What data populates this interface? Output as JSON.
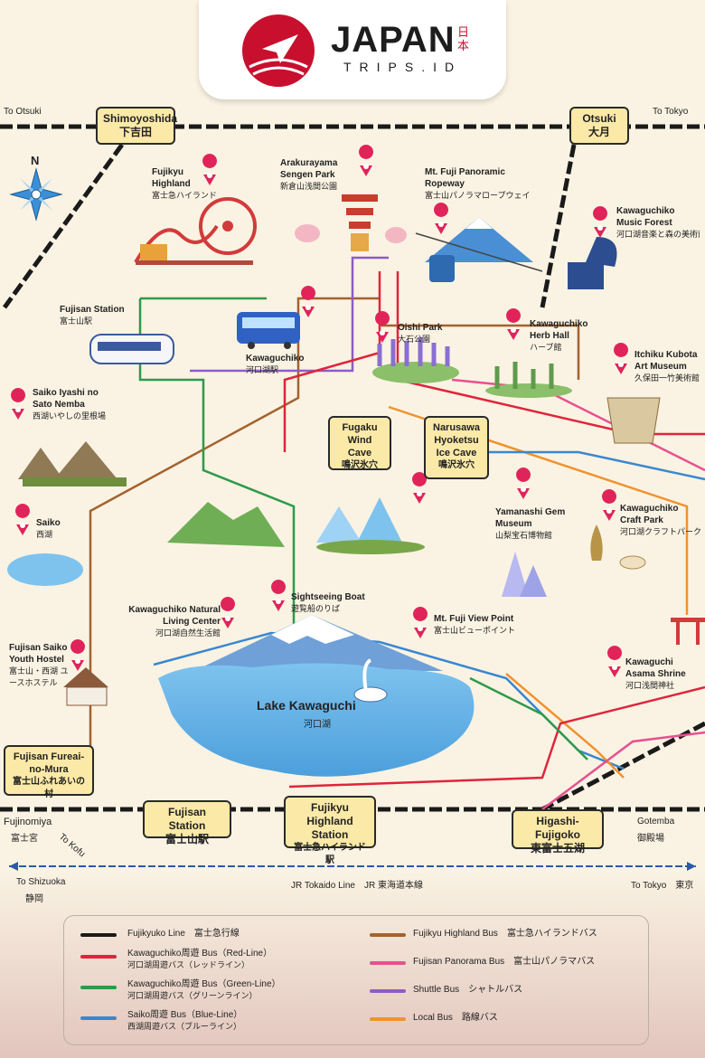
{
  "brand": {
    "name": "JAPAN",
    "sub": "TRIPS.ID",
    "kanji": "日本",
    "color": "#c8102e"
  },
  "compass": {
    "label": "N"
  },
  "edges": {
    "to_otsuki": "To Otsuki",
    "to_tokyo_top": "To Tokyo",
    "fujinomiya_en": "Fujinomiya",
    "fujinomiya_jp": "富士宮",
    "to_kofu": "To Kofu",
    "gotemba_en": "Gotemba",
    "gotemba_jp": "御殿場",
    "to_shizuoka_en": "To Shizuoka",
    "to_shizuoka_jp": "静岡",
    "jr_line": "JR Tokaido Line　JR 東海道本線",
    "to_tokyo_bottom": "To Tokyo　東京"
  },
  "stations": {
    "shimoyoshida": {
      "en": "Shimoyoshida",
      "jp": "下吉田"
    },
    "otsuki": {
      "en": "Otsuki",
      "jp": "大月"
    },
    "fugaku": {
      "en": "Fugaku Wind Cave",
      "jp": "鳴沢氷穴"
    },
    "narusawa": {
      "en": "Narusawa Hyoketsu Ice Cave",
      "jp": "鳴沢氷穴"
    },
    "fureai": {
      "en": "Fujisan Fureai-no-Mura",
      "jp": "富士山ふれあいの村"
    },
    "fujisan": {
      "en": "Fujisan Station",
      "jp": "富士山駅"
    },
    "highland": {
      "en": "Fujikyu Highland Station",
      "jp": "富士急ハイランド駅"
    },
    "higashi": {
      "en": "Higashi-Fujigoko",
      "jp": "東富士五湖"
    }
  },
  "places": {
    "fujikyu_highland": {
      "en": "Fujikyu Highland",
      "jp": "富士急ハイランド"
    },
    "arakurayama": {
      "en": "Arakurayama Sengen Park",
      "jp": "新倉山浅間公園"
    },
    "ropeway": {
      "en": "Mt. Fuji Panoramic Ropeway",
      "jp": "富士山パノラマロープウェイ"
    },
    "music_forest": {
      "en": "Kawaguchiko Music Forest",
      "jp": "河口湖音楽と森の美術館"
    },
    "fujisan_station_top": {
      "en": "Fujisan Station",
      "jp": "富士山駅"
    },
    "kawaguchiko": {
      "en": "Kawaguchiko",
      "jp": "河口湖駅"
    },
    "oishi": {
      "en": "Oishi Park",
      "jp": "大石公園"
    },
    "herb_hall": {
      "en": "Kawaguchiko Herb Hall",
      "jp": "ハーブ館"
    },
    "itchiku": {
      "en": "Itchiku Kubota Art Museum",
      "jp": "久保田一竹美術館"
    },
    "saiko_iyashi": {
      "en": "Saiko Iyashi no Sato Nemba",
      "jp": "西湖いやしの里根場"
    },
    "saiko": {
      "en": "Saiko",
      "jp": "西湖"
    },
    "yamanashi_gem": {
      "en": "Yamanashi Gem Museum",
      "jp": "山梨宝石博物館"
    },
    "craft_park": {
      "en": "Kawaguchiko Craft Park",
      "jp": "河口湖クラフトパーク"
    },
    "natural_living": {
      "en": "Kawaguchiko Natural Living Center",
      "jp": "河口湖自然生活館"
    },
    "sightseeing_boat": {
      "en": "Sightseeing Boat",
      "jp": "遊覧船のりば"
    },
    "view_point": {
      "en": "Mt. Fuji View Point",
      "jp": "富士山ビューポイント"
    },
    "youth_hostel": {
      "en": "Fujisan Saiko Youth Hostel",
      "jp": "富士山・西湖 ユースホステル"
    },
    "asama_shrine": {
      "en": "Kawaguchi Asama Shrine",
      "jp": "河口浅間神社"
    }
  },
  "lake": {
    "en": "Lake Kawaguchi",
    "jp": "河口湖"
  },
  "legend": [
    {
      "en": "Fujikyuko Line",
      "jp": "富士急行線",
      "color": "#1a1a1a"
    },
    {
      "en": "Kawaguchiko周遊 Bus（Red-Line）",
      "jp": "河口湖周遊バス（レッドライン）",
      "color": "#e0243b"
    },
    {
      "en": "Kawaguchiko周遊 Bus（Green-Line）",
      "jp": "河口湖周遊バス（グリーンライン）",
      "color": "#2e9a4a"
    },
    {
      "en": "Saiko周遊 Bus（Blue-Line）",
      "jp": "西湖周遊バス（ブルーライン）",
      "color": "#3a87d0"
    },
    {
      "en": "Fujikyu Highland Bus",
      "jp": "富士急ハイランドバス",
      "color": "#a4622e"
    },
    {
      "en": "Fujisan Panorama Bus",
      "jp": "富士山パノラマバス",
      "color": "#e8508f"
    },
    {
      "en": "Shuttle Bus",
      "jp": "シャトルバス",
      "color": "#8e5cc4"
    },
    {
      "en": "Local Bus",
      "jp": "路線バス",
      "color": "#f0922e"
    }
  ]
}
